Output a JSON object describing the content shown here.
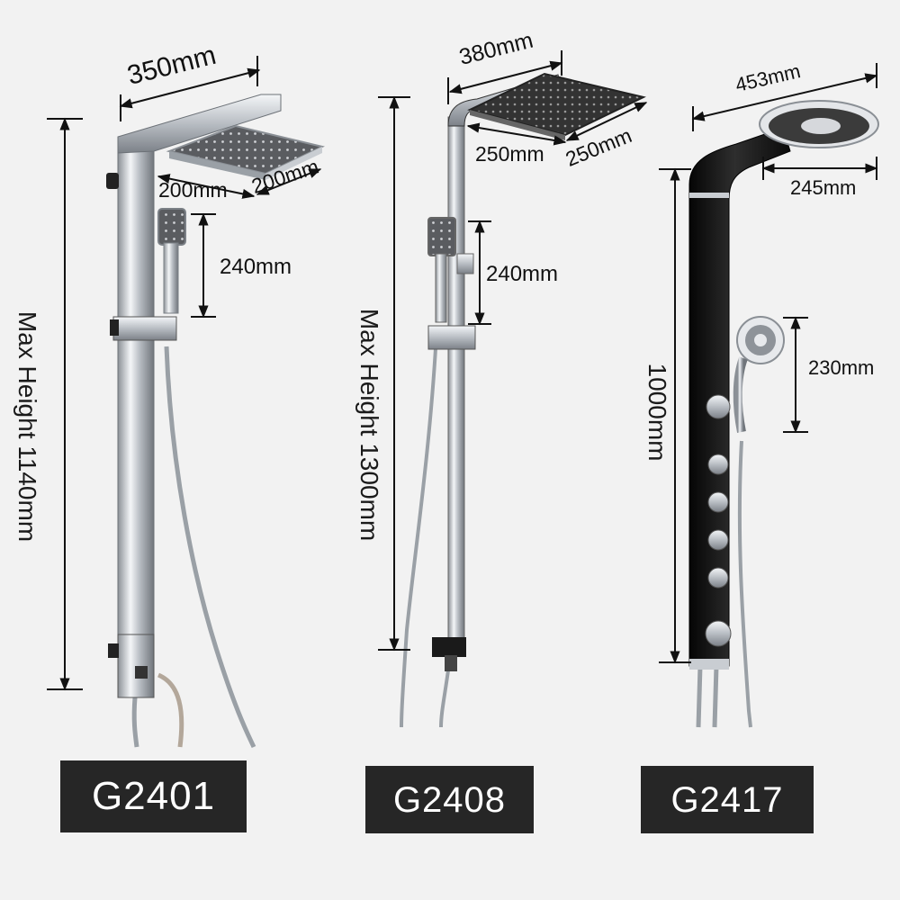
{
  "products": [
    {
      "model": "G2401",
      "width": "350mm",
      "head_w": "200mm",
      "head_d": "200mm",
      "hand": "240mm",
      "height": "Max Height 1140mm"
    },
    {
      "model": "G2408",
      "width": "380mm",
      "head_w": "250mm",
      "head_d": "250mm",
      "hand": "240mm",
      "height": "Max Height 1300mm"
    },
    {
      "model": "G2417",
      "width": "453mm",
      "head_w": "245mm",
      "hand": "230mm",
      "height": "1000mm"
    }
  ],
  "colors": {
    "background": "#f2f2f2",
    "badge": "#262626",
    "badge_text": "#ffffff",
    "chrome": "#c8ccd2",
    "panel_black": "#151515"
  }
}
